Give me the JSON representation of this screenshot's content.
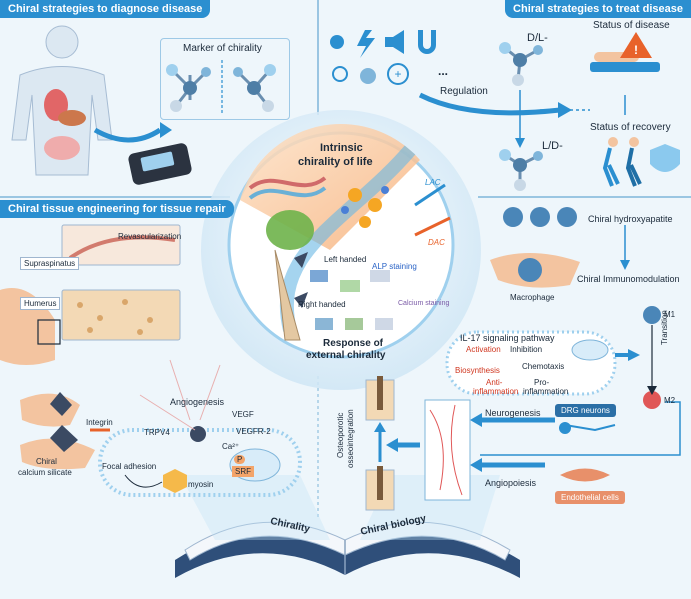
{
  "sections": {
    "diagnose": "Chiral strategies to diagnose disease",
    "treat": "Chiral strategies to treat disease",
    "tissue": "Chiral tissue engineering for tissue repair"
  },
  "diagnose": {
    "marker": "Marker of chirality"
  },
  "treat": {
    "dl": "D/L-",
    "ld": "L/D-",
    "regulation": "Regulation",
    "ellipsis": "...",
    "status_disease": "Status of disease",
    "status_recovery": "Status of recovery"
  },
  "center": {
    "intrinsic_line1": "Intrinsic",
    "intrinsic_line2": "chirality of life",
    "lac": "LAC",
    "dac": "DAC",
    "left_handed": "Left handed",
    "right_handed": "Right handed",
    "alp": "ALP staining",
    "calcium": "Calcium staining",
    "response_line1": "Response of",
    "response_line2": "external chirality"
  },
  "tissue": {
    "revascularization": "Revascularization",
    "supraspinatus": "Supraspinatus",
    "humerus": "Humerus",
    "angiogenesis": "Angiogenesis",
    "integrin": "Integrin",
    "trpv4": "TRPV4",
    "vegf": "VEGF",
    "vegfr2": "VEGFR-2",
    "ca": "Ca²⁺",
    "p": "P",
    "srf": "SRF",
    "focal": "Focal adhesion",
    "myosin": "myosin",
    "chiral_line1": "Chiral",
    "chiral_line2": "calcium silicate"
  },
  "immuno": {
    "hydroxyapatite": "Chiral hydroxyapatite",
    "immunomodulation": "Chiral Immunomodulation",
    "macrophage": "Macrophage",
    "il17": "IL-17 signaling pathway",
    "activation": "Activation",
    "inhibition": "Inhibition",
    "biosynthesis": "Biosynthesis",
    "chemotaxis": "Chemotaxis",
    "anti_line1": "Anti-",
    "anti_line2": "inflammation",
    "pro_line1": "Pro-",
    "pro_line2": "inflammation",
    "m1": "M1",
    "m2": "M2",
    "transition": "Transition",
    "neurogenesis": "Neurogenesis",
    "drg": "DRG neurons",
    "angiopoiesis": "Angiopoiesis",
    "endothelial": "Endothelial cells",
    "osteo_line1": "Osteoporotic",
    "osteo_line2": "osseointegration"
  },
  "book": {
    "left": "Chirality",
    "right": "Chiral biology"
  },
  "colors": {
    "header": "#2b8fd0",
    "accent_red": "#d0361f",
    "accent_blue": "#2a63c6",
    "center_orange": "#f6b07a"
  }
}
